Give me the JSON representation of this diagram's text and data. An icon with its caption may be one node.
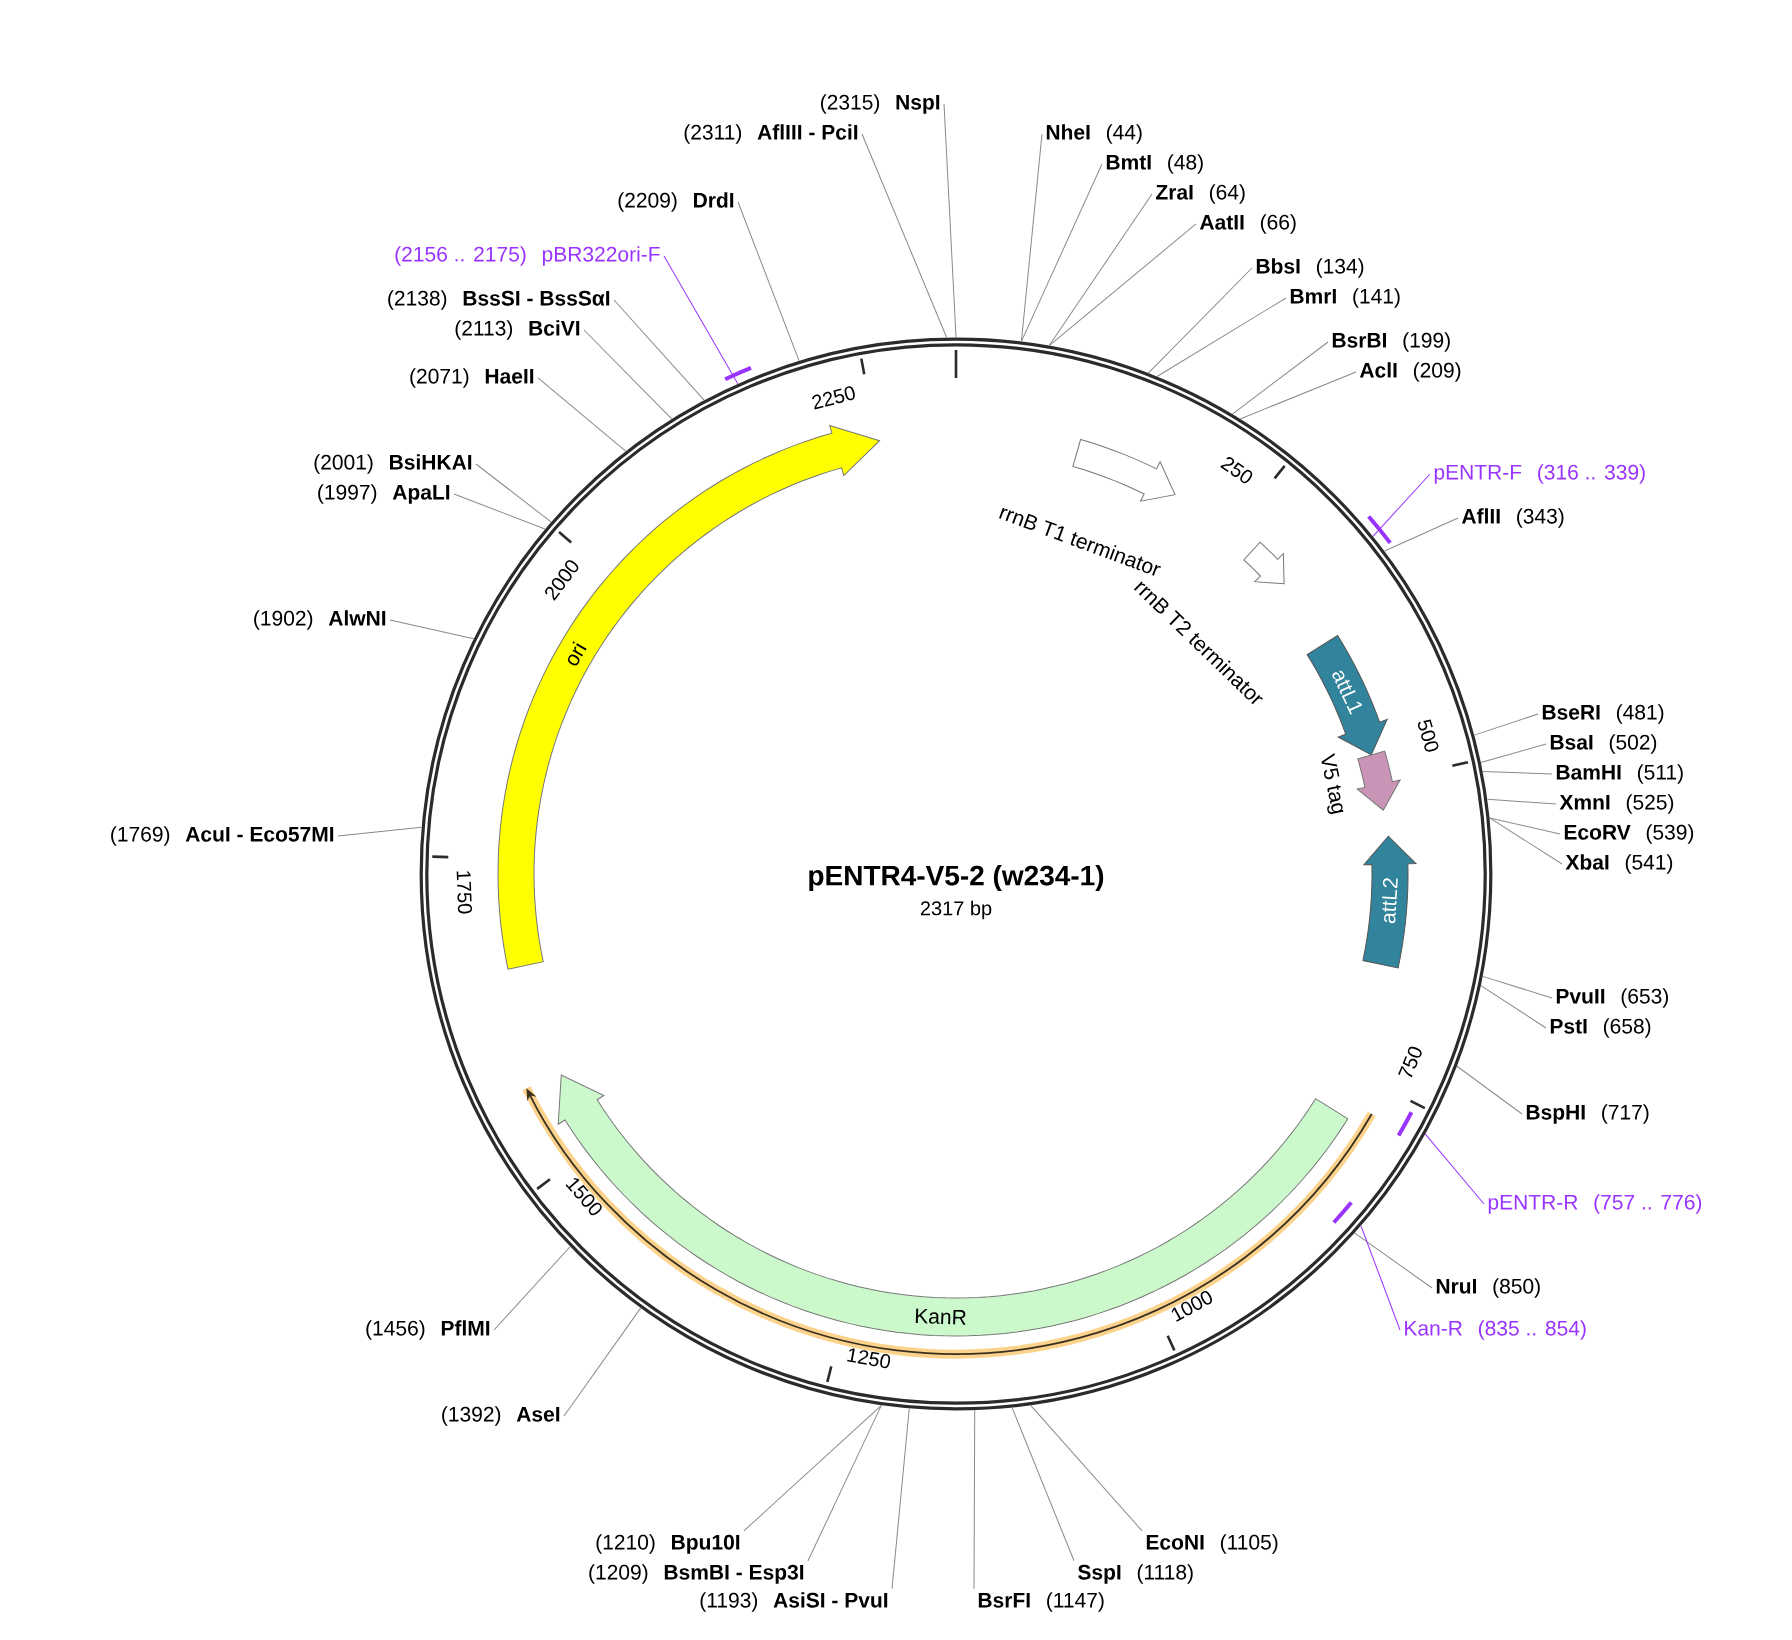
{
  "diagram": {
    "title": "pENTR4-V5-2 (w234-1)",
    "nodes": [
      {
        "text": [],
        "shape": "circle"
      },
      {
        "text": [
          "ori"
        ],
        "in": 0
      },
      {
        "text": [
          "rrnB T1 terminator"
        ],
        "in": 0
      },
      {
        "text": [
          "rrnB T2 terminator"
        ],
        "in": 0
      },
      {
        "text": [
          "attL1"
        ],
        "in": 0
      },
      {
        "text": [
          "V5 tag"
        ],
        "in": 0
      },
      {
        "text": [
          "attL2"
        ],
        "in": 0
      },
      {
        "text": [
          "KanR"
        ],
        "in": 0
      },
      {
        "text": [],
        "shape": "arrow",
        "in": 0
      },
      {
        "text": [
          "(2315)",
          "NspI"
        ]
      },
      {
        "text": [
          "(2311)",
          "AflIII - PciI"
        ]
      },
      {
        "text": [
          "(2209)",
          "DrdI"
        ]
      },
      {
        "text": [
          "(2156 .. 2175)",
          "pBR322ori-F"
        ]
      },
      {
        "text": [
          "(2138)",
          "BssSI - BssSαI"
        ]
      },
      {
        "text": [
          "(2113)",
          "BciVI"
        ]
      },
      {
        "text": [
          "(2071)",
          "HaeII"
        ]
      },
      {
        "text": [
          "(2001)",
          "BsiHKAI"
        ]
      },
      {
        "text": [
          "(1997)",
          "ApaLI"
        ]
      },
      {
        "text": [
          "(1902)",
          "AlwNI"
        ]
      },
      {
        "text": [
          "(1769)",
          "AcuI - Eco57MI"
        ]
      },
      {
        "text": [
          "(1456)",
          "PflMI"
        ]
      },
      {
        "text": [
          "(1392)",
          "AseI"
        ]
      },
      {
        "text": [
          "(1210)",
          "Bpu10I"
        ]
      },
      {
        "text": [
          "(1209)",
          "BsmBI - Esp3I"
        ]
      },
      {
        "text": [
          "(1193)",
          "AsiSI - PvuI"
        ]
      },
      {
        "text": [
          "BsrFI",
          "(1147)"
        ]
      },
      {
        "text": [
          "SspI",
          "(1118)"
        ]
      },
      {
        "text": [
          "EcoNI",
          "(1105)"
        ]
      },
      {
        "text": [
          "NheI",
          "(44)"
        ]
      },
      {
        "text": [
          "BmtI",
          "(48)"
        ]
      },
      {
        "text": [
          "ZraI",
          "(64)"
        ]
      },
      {
        "text": [
          "AatII",
          "(66)"
        ]
      },
      {
        "text": [
          "BbsI",
          "(134)"
        ]
      },
      {
        "text": [
          "BmrI",
          "(141)"
        ]
      },
      {
        "text": [
          "BsrBI",
          "(199)"
        ]
      },
      {
        "text": [
          "AclI",
          "(209)"
        ]
      },
      {
        "text": [
          "pENTR-F",
          "(316 .. 339)"
        ]
      },
      {
        "text": [
          "AflII",
          "(343)"
        ]
      },
      {
        "text": [
          "BseRI",
          "(481)"
        ]
      },
      {
        "text": [
          "BsaI",
          "(502)"
        ]
      },
      {
        "text": [
          "BamHI",
          "(511)"
        ]
      },
      {
        "text": [
          "XmnI",
          "(525)"
        ]
      },
      {
        "text": [
          "EcoRV",
          "(539)"
        ]
      },
      {
        "text": [
          "XbaI",
          "(541)"
        ]
      },
      {
        "text": [
          "PvuII",
          "(653)"
        ]
      },
      {
        "text": [
          "PstI",
          "(658)"
        ]
      },
      {
        "text": [
          "BspHI",
          "(717)"
        ]
      },
      {
        "text": [
          "pENTR-R",
          "(757 .. 776)"
        ]
      },
      {
        "text": [
          "NruI",
          "(850)"
        ]
      },
      {
        "text": [
          "Kan-R",
          "(835 .. 854)"
        ]
      }
    ],
    "edges": [
      {
        "from": 9,
        "to": 0,
        "arrow": "none"
      },
      {
        "from": 10,
        "to": 0,
        "arrow": "none"
      },
      {
        "from": 11,
        "to": 0,
        "arrow": "none"
      },
      {
        "from": 12,
        "to": 0,
        "arrow": "none",
        "color": "#9933ff"
      },
      {
        "from": 13,
        "to": 0,
        "arrow": "none"
      },
      {
        "from": 14,
        "to": 0,
        "arrow": "none"
      },
      {
        "from": 15,
        "to": 0,
        "arrow": "none"
      },
      {
        "from": 16,
        "to": 0,
        "arrow": "none"
      },
      {
        "from": 17,
        "to": 0,
        "arrow": "none"
      },
      {
        "from": 18,
        "to": 0,
        "arrow": "none"
      },
      {
        "from": 19,
        "to": 0,
        "arrow": "none"
      },
      {
        "from": 20,
        "to": 0,
        "arrow": "none"
      },
      {
        "from": 21,
        "to": 0,
        "arrow": "none"
      },
      {
        "from": 22,
        "to": 0,
        "arrow": "none"
      },
      {
        "from": 23,
        "to": 0,
        "arrow": "none"
      },
      {
        "from": 24,
        "to": 0,
        "arrow": "none"
      },
      {
        "from": 25,
        "to": 0,
        "arrow": "none"
      },
      {
        "from": 26,
        "to": 0,
        "arrow": "none"
      },
      {
        "from": 27,
        "to": 0,
        "arrow": "none"
      },
      {
        "from": 28,
        "to": 0,
        "arrow": "none"
      },
      {
        "from": 29,
        "to": 0,
        "arrow": "none"
      },
      {
        "from": 30,
        "to": 0,
        "arrow": "none"
      },
      {
        "from": 31,
        "to": 0,
        "arrow": "none"
      },
      {
        "from": 32,
        "to": 0,
        "arrow": "none"
      },
      {
        "from": 33,
        "to": 0,
        "arrow": "none"
      },
      {
        "from": 34,
        "to": 0,
        "arrow": "none"
      },
      {
        "from": 35,
        "to": 0,
        "arrow": "none"
      },
      {
        "from": 36,
        "to": 0,
        "arrow": "none",
        "color": "#9933ff"
      },
      {
        "from": 37,
        "to": 0,
        "arrow": "none"
      },
      {
        "from": 38,
        "to": 0,
        "arrow": "none"
      },
      {
        "from": 39,
        "to": 0,
        "arrow": "none"
      },
      {
        "from": 40,
        "to": 0,
        "arrow": "none"
      },
      {
        "from": 41,
        "to": 0,
        "arrow": "none"
      },
      {
        "from": 42,
        "to": 0,
        "arrow": "none"
      },
      {
        "from": 43,
        "to": 0,
        "arrow": "none"
      },
      {
        "from": 44,
        "to": 0,
        "arrow": "none"
      },
      {
        "from": 45,
        "to": 0,
        "arrow": "none"
      },
      {
        "from": 46,
        "to": 0,
        "arrow": "none"
      },
      {
        "from": 47,
        "to": 0,
        "arrow": "none",
        "color": "#9933ff"
      },
      {
        "from": 48,
        "to": 0,
        "arrow": "none"
      },
      {
        "from": 49,
        "to": 0,
        "arrow": "none",
        "color": "#9933ff"
      }
    ],
    "labels": [
      "2317 bp",
      "250",
      "500",
      "750",
      "1000",
      "1250",
      "1500",
      "1750",
      "2000",
      "2250"
    ]
  }
}
